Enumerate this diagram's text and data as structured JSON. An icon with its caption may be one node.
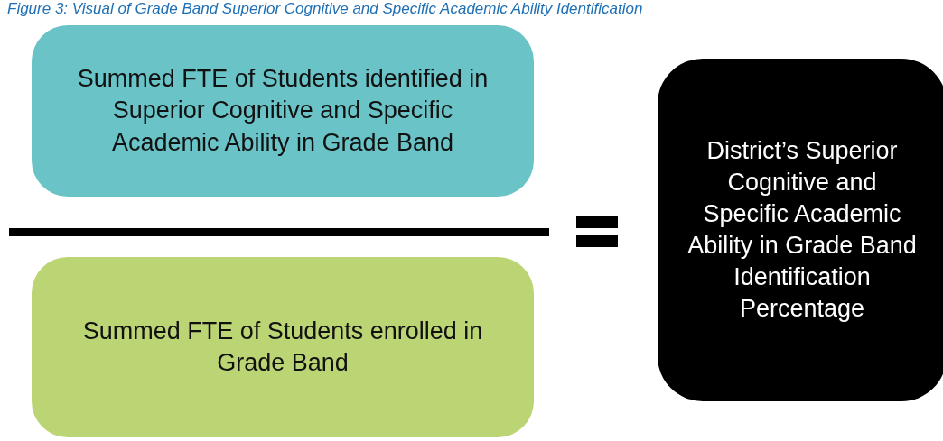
{
  "diagram": {
    "title": "Figure 3: Visual of Grade Band Superior Cognitive and Specific Academic Ability Identification",
    "nodes": [
      {
        "text": [
          "Summed FTE of Students identified in Superior Cognitive and Specific Academic Ability in Grade Band"
        ]
      },
      {
        "text": [
          "Summed FTE of Students enrolled in Grade Band"
        ]
      },
      {
        "text": [
          "District’s Superior Cognitive and Specific Academic Ability in Grade Band Identification Percentage"
        ]
      }
    ]
  }
}
